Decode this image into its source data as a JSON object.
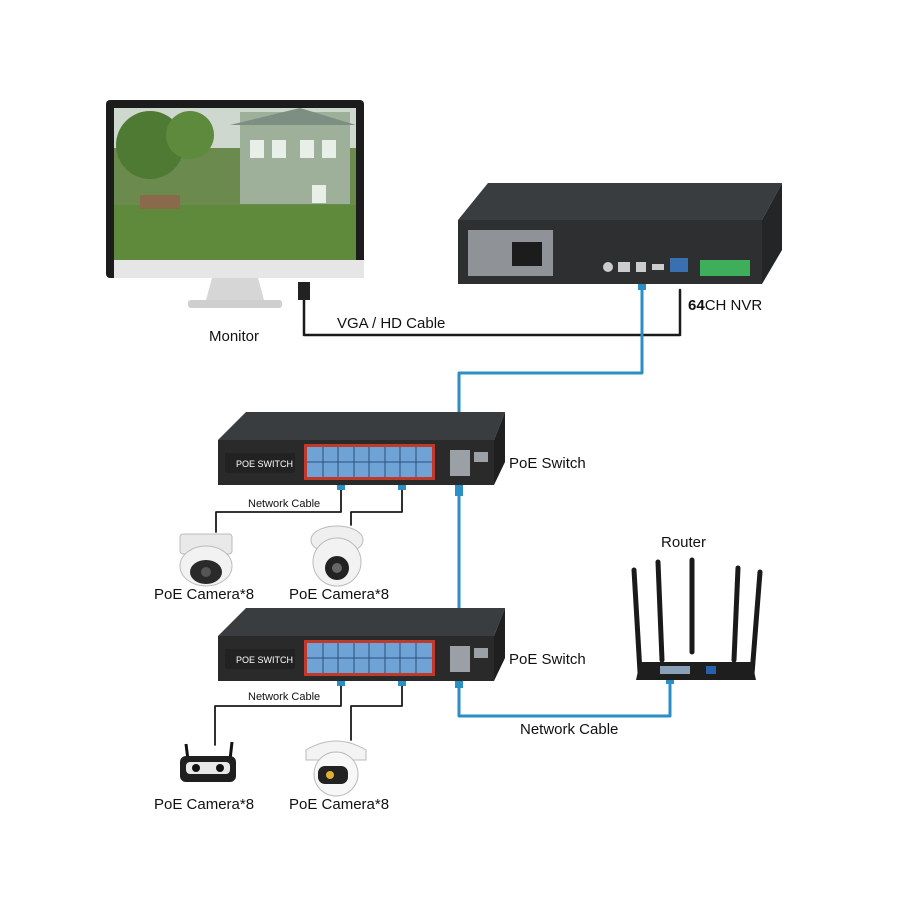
{
  "labels": {
    "monitor": "Monitor",
    "vga_cable": "VGA / HD Cable",
    "nvr_channels": "64",
    "nvr_suffix": "CH NVR",
    "poe_switch_1": "PoE Switch",
    "poe_switch_2": "PoE Switch",
    "switch_badge": "POE SWITCH",
    "network_cable_1": "Network Cable",
    "network_cable_2": "Network Cable",
    "network_cable_router": "Network Cable",
    "router": "Router",
    "camera_group_1": "PoE Camera*8",
    "camera_group_2": "PoE Camera*8",
    "camera_group_3": "PoE Camera*8",
    "camera_group_4": "PoE Camera*8"
  },
  "colors": {
    "ethernet_cable": "#2b8fc6",
    "black_cable": "#1a1a1a",
    "device_body": "#2a2a2a",
    "port_blue": "#6fa3d6",
    "port_red_frame": "#c0392b",
    "terminal_green": "#3fae5a"
  }
}
